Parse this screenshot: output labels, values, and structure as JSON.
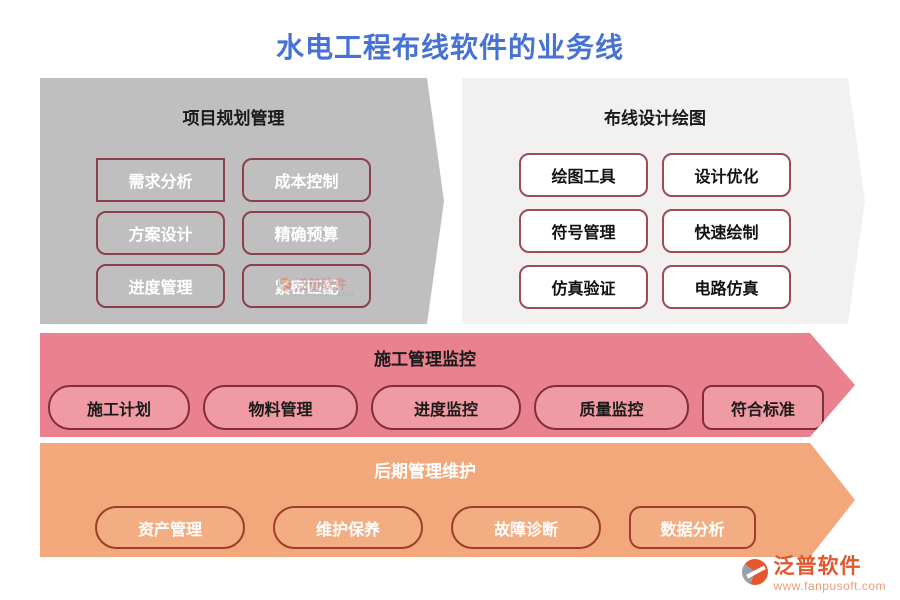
{
  "title": "水电工程布线软件的业务线",
  "sections": {
    "planning": {
      "title": "项目规划管理",
      "items": [
        "需求分析",
        "成本控制",
        "方案设计",
        "精确预算",
        "进度管理",
        "紧密匹配"
      ]
    },
    "design": {
      "title": "布线设计绘图",
      "items": [
        "绘图工具",
        "设计优化",
        "符号管理",
        "快速绘制",
        "仿真验证",
        "电路仿真"
      ]
    },
    "construction": {
      "title": "施工管理监控",
      "items": [
        "施工计划",
        "物料管理",
        "进度监控",
        "质量监控",
        "符合标准"
      ]
    },
    "maintenance": {
      "title": "后期管理维护",
      "items": [
        "资产管理",
        "维护保养",
        "故障诊断",
        "数据分析"
      ]
    }
  },
  "watermark": {
    "text": "泛普软件",
    "subtext": "FANPU SOFTWARE"
  },
  "logo": {
    "name": "泛普软件",
    "url": "www.fanpusoft.com"
  },
  "colors": {
    "title_blue": "#4671d5",
    "gray_section": "#bfbfbf",
    "light_section": "#f1f1f1",
    "pink_bar": "#e9818e",
    "pink_node": "#f09aa3",
    "orange_bar": "#f2a87b",
    "orange_node": "#f3ad82",
    "maroon_border": "#8d3f4c",
    "logo_orange": "#e4572e"
  }
}
